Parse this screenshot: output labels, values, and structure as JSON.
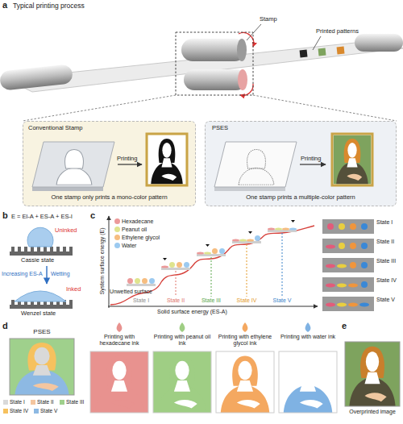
{
  "diagram": {
    "nodes": [
      {
        "text": [
          "Conventional Stamp",
          "Printing",
          "One stamp only prints a mono-color pattern"
        ]
      },
      {
        "text": [
          "PSES",
          "Printing",
          "One stamp prints a multiple-color pattern"
        ]
      }
    ],
    "labels": [
      "a",
      "Typical printing process",
      "Stamp",
      "Printed patterns",
      "b",
      "E = El-A + ES-A + ES-l",
      "Uninked",
      "Cassie state",
      "Increasing ES-A",
      "Wetting",
      "Inked",
      "Wenzel state",
      "c",
      "System surface energy (E)",
      "Solid surface energy (ES-A)",
      "Unwetted surface",
      "State I",
      "State II",
      "State III",
      "State IV",
      "State V",
      "State I",
      "State II",
      "State III",
      "State IV",
      "State V",
      "d",
      "PSES",
      "Printing with hexadecane ink",
      "Printing with peanut oil ink",
      "Printing with ethylene glycol ink",
      "Printing with water ink",
      "e",
      "Overprinted image"
    ],
    "legend": [
      {
        "text": "Hexadecane",
        "color": "#ec9a9a"
      },
      {
        "text": "Peanut oil",
        "color": "#dfe48e"
      },
      {
        "text": "Ethylene glycol",
        "color": "#f6bd80"
      },
      {
        "text": "Water",
        "color": "#9ccaf0"
      },
      {
        "text": "State I",
        "color": "#d9d9d9"
      },
      {
        "text": "State II",
        "color": "#f4c6a0"
      },
      {
        "text": "State III",
        "color": "#9fd08c"
      },
      {
        "text": "State IV",
        "color": "#f6c15e"
      },
      {
        "text": "State V",
        "color": "#8db9e3"
      }
    ]
  }
}
